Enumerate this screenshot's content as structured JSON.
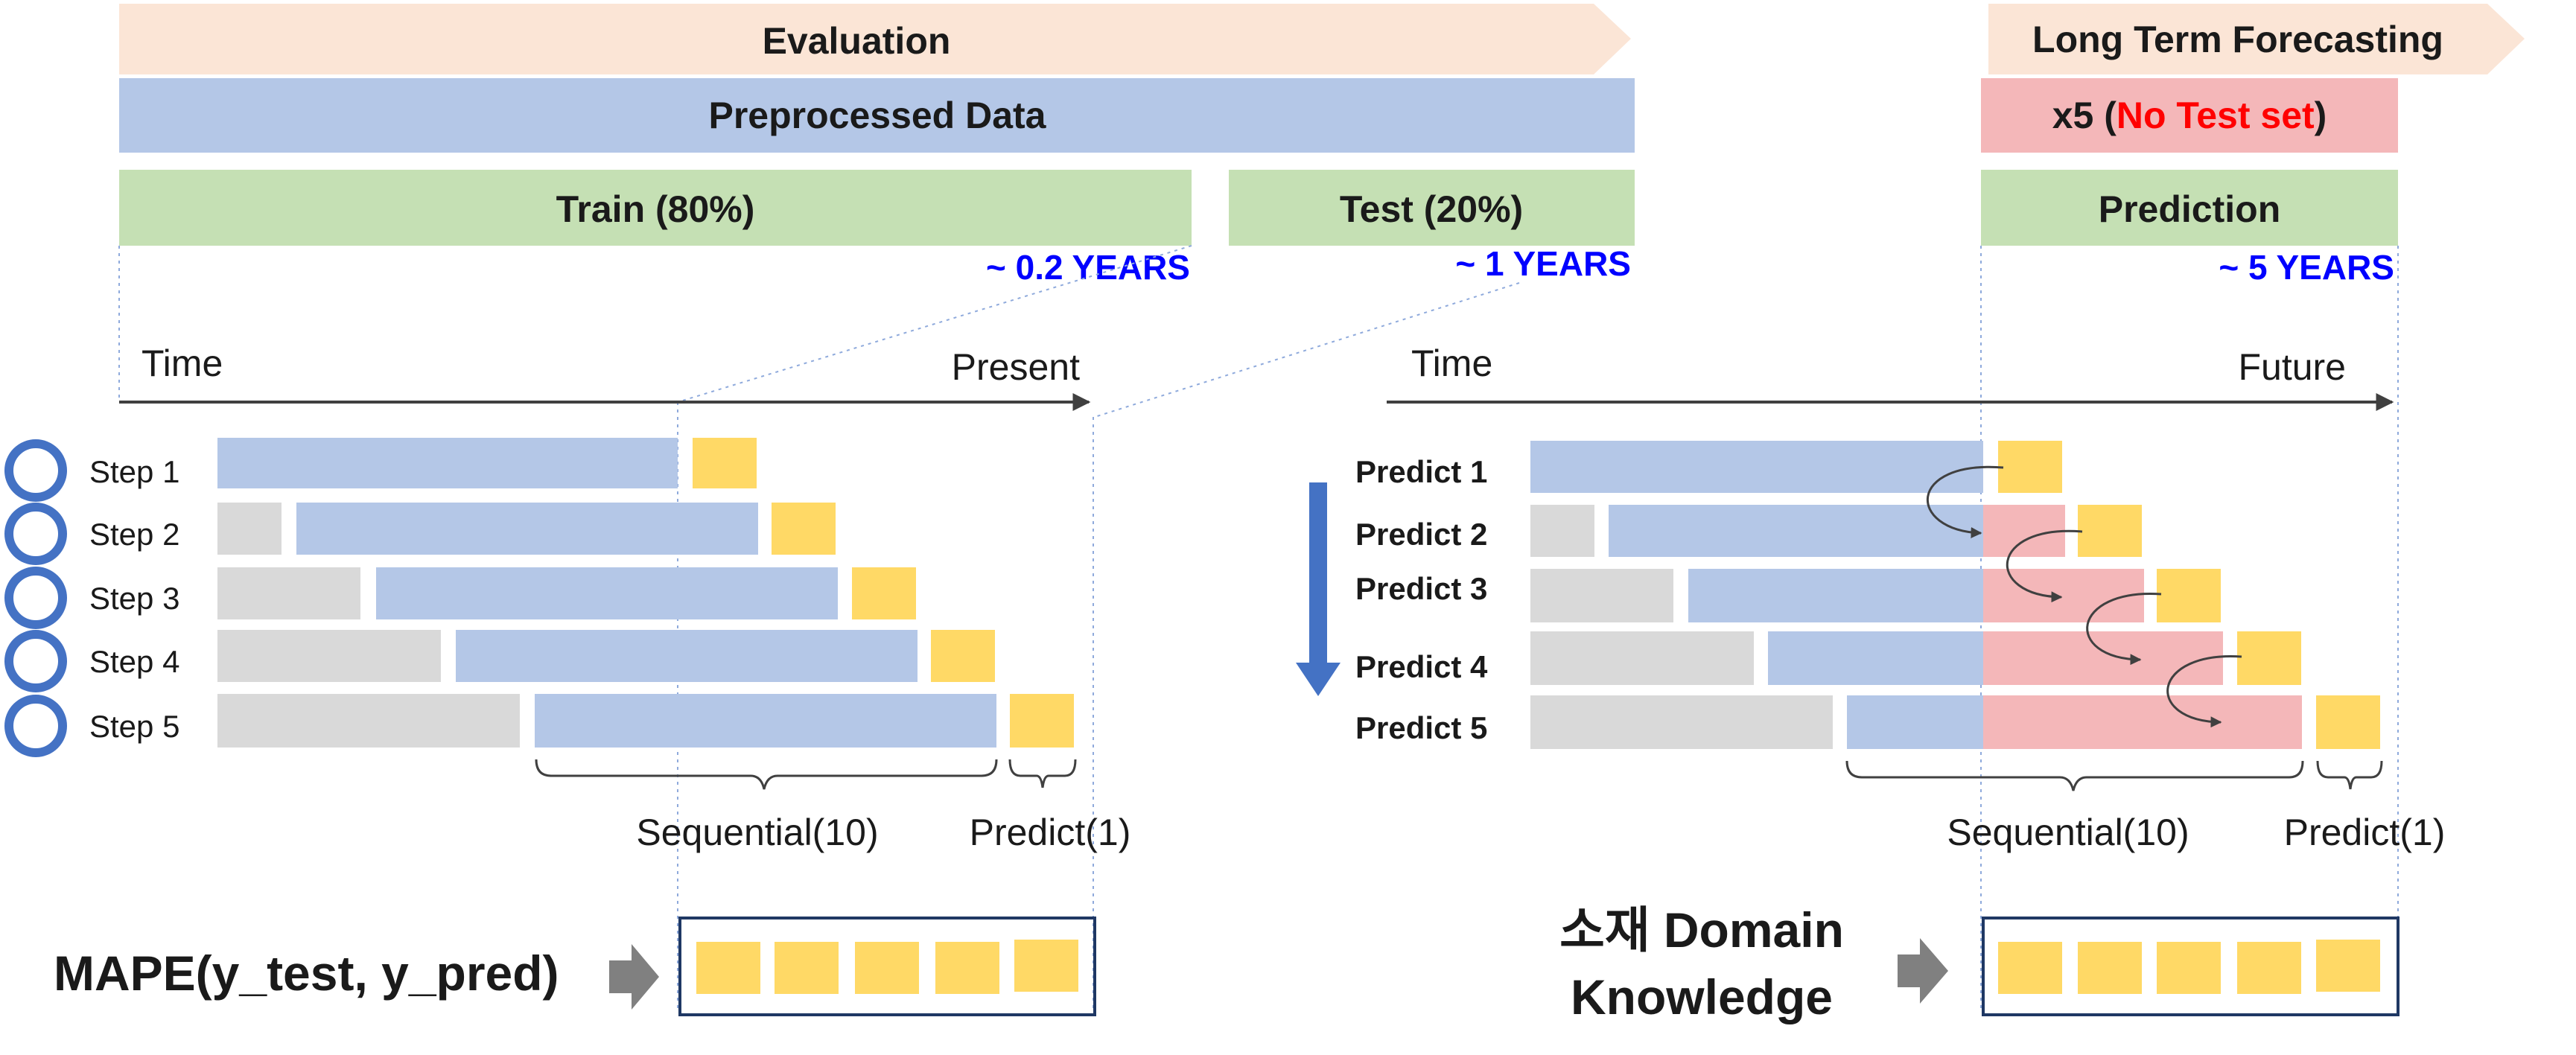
{
  "colors": {
    "evaluation_banner": "#fbe5d6",
    "preprocessed": "#b4c7e7",
    "green": "#c5e0b4",
    "pink": "#f4b7b9",
    "gray": "#d9d9d9",
    "yellow": "#ffd966",
    "blue_text": "#0000ff",
    "red_text": "#ff0000",
    "cycle_icon": "#4472c4",
    "down_arrow": "#4472c4",
    "frame": "#1f3864",
    "axis": "#404040",
    "dotted": "#8faadc",
    "block_arrow": "#808080"
  },
  "header": {
    "evaluation": "Evaluation",
    "long_term": "Long Term Forecasting",
    "preprocessed": "Preprocessed Data",
    "x5_prefix": "x5 (",
    "x5_red": "No Test set",
    "x5_suffix": ")",
    "train": "Train (80%)",
    "test": "Test (20%)",
    "prediction": "Prediction",
    "train_years": "~ 0.2 YEARS",
    "test_years": "~ 1 YEARS",
    "prediction_years": "~ 5 YEARS"
  },
  "left": {
    "time": "Time",
    "present": "Present",
    "steps": [
      "Step 1",
      "Step 2",
      "Step 3",
      "Step 4",
      "Step 5"
    ],
    "sequential": "Sequential(10)",
    "predict_one": "Predict(1)",
    "mape": "MAPE(y_test, y_pred)"
  },
  "right": {
    "time": "Time",
    "future": "Future",
    "predicts": [
      "Predict 1",
      "Predict 2",
      "Predict 3",
      "Predict 4",
      "Predict 5"
    ],
    "sequential": "Sequential(10)",
    "predict_one": "Predict(1)",
    "domain_line1": "소재 Domain",
    "domain_line2": "Knowledge"
  }
}
